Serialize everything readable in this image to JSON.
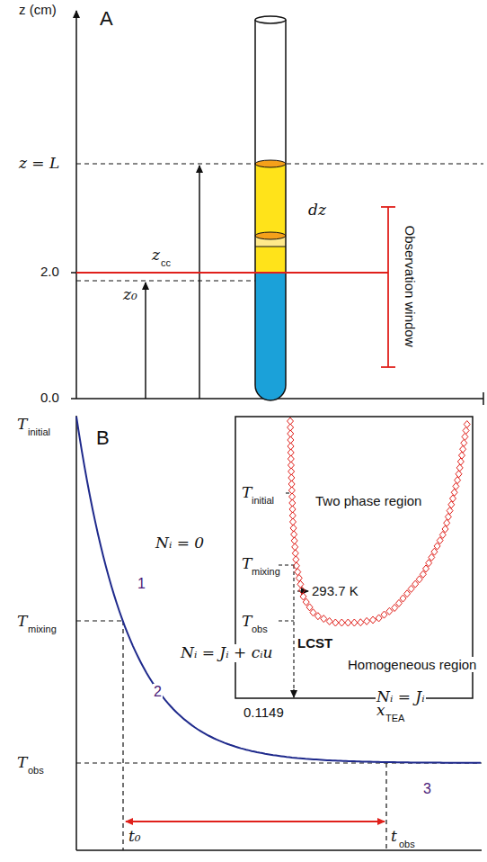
{
  "diagram": {
    "labels": [
      "z (cm)",
      "A",
      "z = L",
      "2.0",
      "z₀",
      "z",
      "cc",
      "dz",
      "Observation window",
      "0.0",
      "T",
      "initial",
      "B",
      "Nᵢ = 0",
      "1",
      "T",
      "mixing",
      "Nᵢ = Jᵢ + cᵢu",
      "2",
      "Nᵢ = Jᵢ",
      "T",
      "obs",
      "3",
      "t₀",
      "t",
      "obs",
      "T",
      "initial",
      "Two phase region",
      "T",
      "mixing",
      "293.7 K",
      "LCST",
      "T",
      "obs",
      "Homogeneous region",
      "0.1149",
      "x",
      "TEA"
    ]
  }
}
